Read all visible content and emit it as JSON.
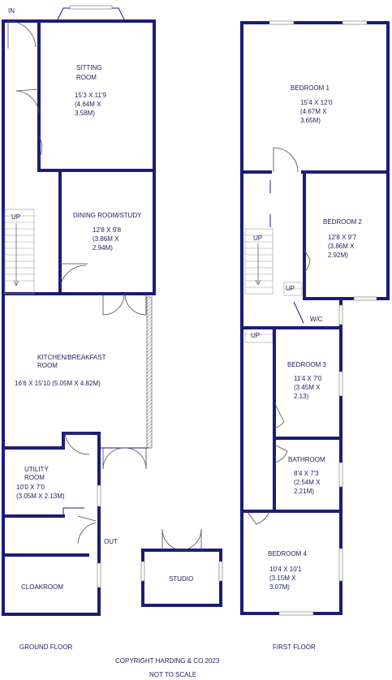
{
  "ground": {
    "in": "IN",
    "out": "OUT",
    "caption": "GROUND FLOOR",
    "stairs_up": "UP",
    "sitting": {
      "name": "SITTING",
      "name2": "ROOM",
      "dim1": "15'3 X 11'9",
      "dim2": "(4.64M X",
      "dim3": "3.58M)"
    },
    "dining": {
      "name": "DINING ROOM/STUDY",
      "dim1": "12'8 X 9'8",
      "dim2": "(3.86M X",
      "dim3": "2.94M)"
    },
    "kitchen": {
      "name": "KITCHEN/BREAKFAST",
      "name2": "ROOM",
      "dim1": "16'6 X 15'10 (5.05M X 4.82M)"
    },
    "utility": {
      "name": "UTILITY",
      "name2": "ROOM",
      "dim1": "10'0 X 7'0",
      "dim2": "(3.05M X 2.13M)"
    },
    "cloakroom": {
      "name": "CLOAKROOM"
    },
    "studio": {
      "name": "STUDIO"
    }
  },
  "first": {
    "caption": "FIRST FLOOR",
    "stairs_up": "UP",
    "stairs_up2": "UP",
    "landing_up": "UP",
    "bed1": {
      "name": "BEDROOM 1",
      "dim1": "15'4 X 12'0",
      "dim2": "(4.67M X",
      "dim3": "3.65M)"
    },
    "bed2": {
      "name": "BEDROOM 2",
      "dim1": "12'8 X 9'7",
      "dim2": "(3.86M X",
      "dim3": "2.92M)"
    },
    "wc": {
      "name": "W/C"
    },
    "bed3": {
      "name": "BEDROOM 3",
      "dim1": "11'4 X 7'0",
      "dim2": "(3.45M X",
      "dim3": "2.13)"
    },
    "bath": {
      "name": "BATHROOM",
      "dim1": "8'4 X 7'3",
      "dim2": "(2.54M X",
      "dim3": "2.21M)"
    },
    "bed4": {
      "name": "BEDROOM 4",
      "dim1": "10'4 X 10'1",
      "dim2": "(3.15M X",
      "dim3": "3.07M)"
    }
  },
  "footer": {
    "copyright": "COPYRIGHT HARDING & CO 2023",
    "scale": "NOT TO SCALE"
  }
}
